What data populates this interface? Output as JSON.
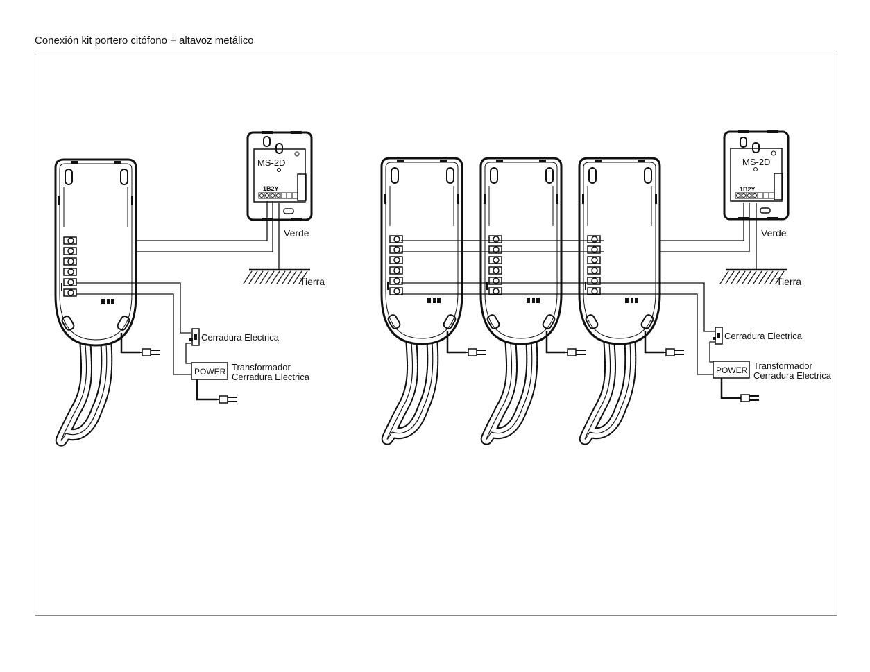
{
  "page": {
    "title": "Conexión kit portero citófono + altavoz metálico"
  },
  "diagrams": [
    {
      "panel": {
        "model": "MS-2D",
        "terminal_labels": "1B2Y"
      },
      "labels": {
        "green": "Verde",
        "ground": "Tierra",
        "lock": "Cerradura Electrica",
        "power_box": "POWER",
        "transformer_line1": "Transformador",
        "transformer_line2": "Cerradura Electrica"
      },
      "handset_count": 1
    },
    {
      "panel": {
        "model": "MS-2D",
        "terminal_labels": "1B2Y"
      },
      "labels": {
        "green": "Verde",
        "ground": "Tierra",
        "lock": "Cerradura Electrica",
        "power_box": "POWER",
        "transformer_line1": "Transformador",
        "transformer_line2": "Cerradura Electrica"
      },
      "handset_count": 3
    }
  ]
}
